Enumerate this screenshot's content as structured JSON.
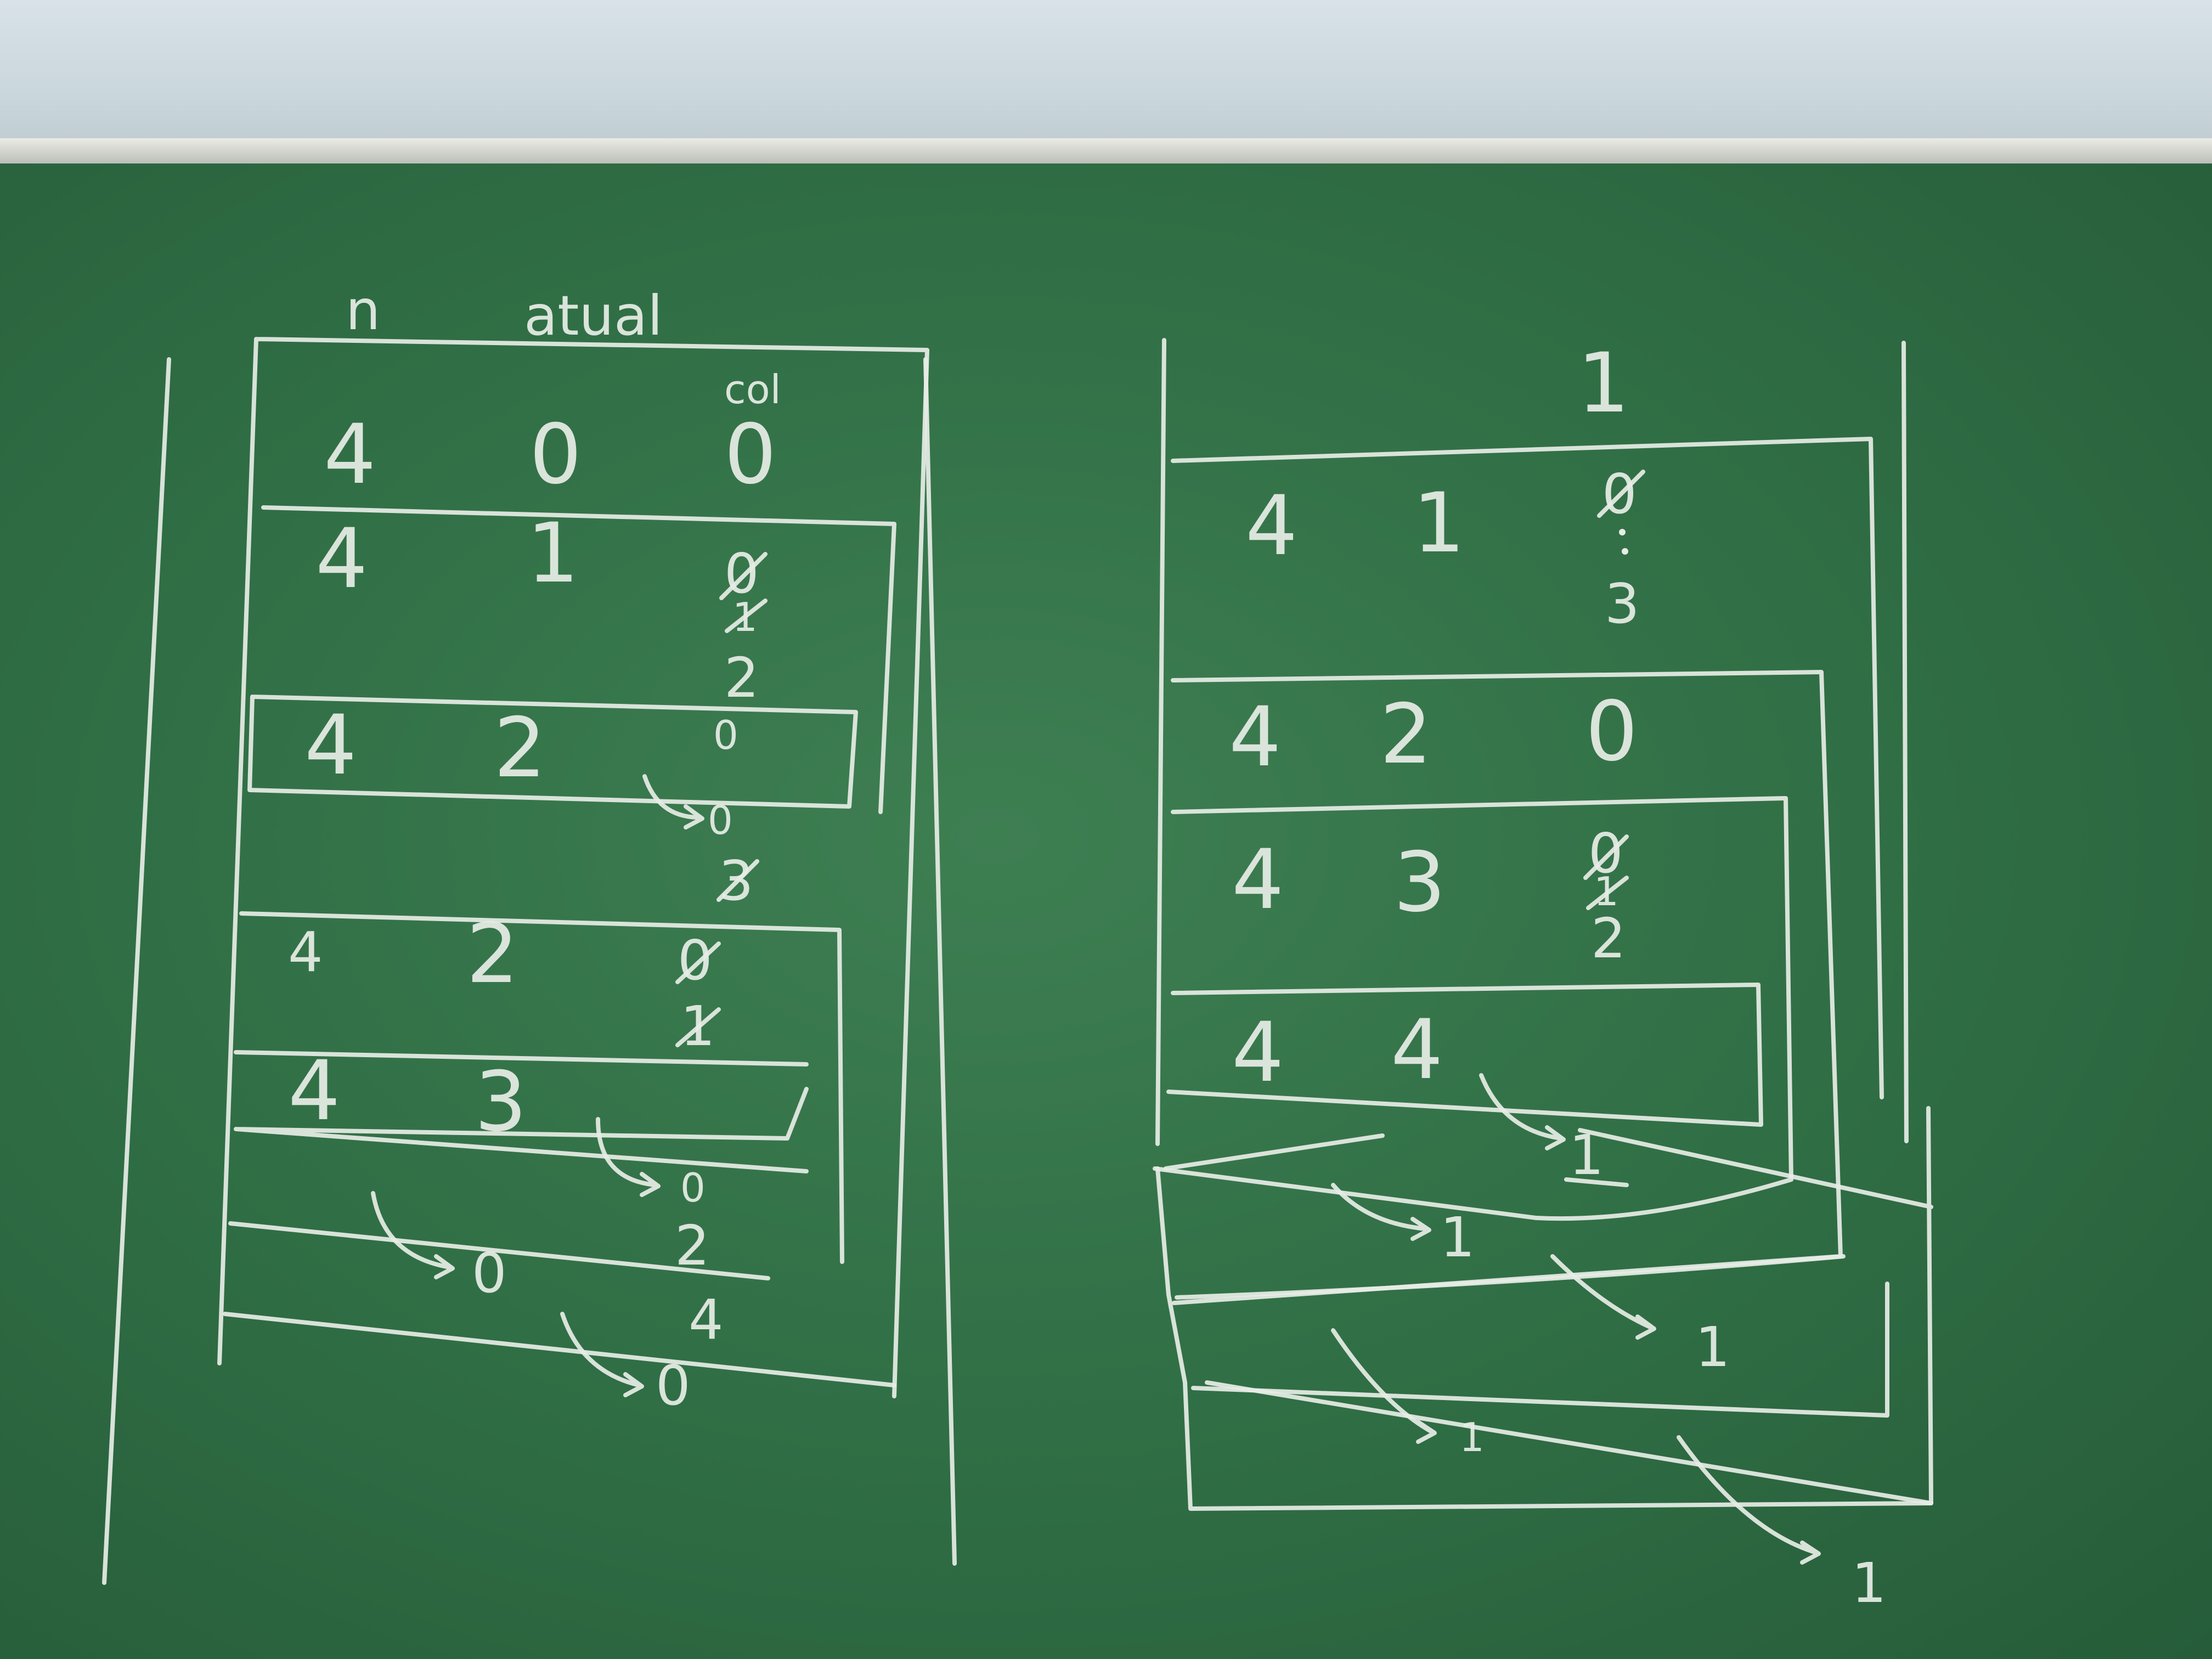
{
  "headers": {
    "col1": "n",
    "col2": "atual",
    "col3": "col"
  },
  "left": {
    "r1": {
      "n": "4",
      "atual": "0",
      "col": "0"
    },
    "r2": {
      "n": "4",
      "atual": "1",
      "col_a": "0",
      "col_b": "1",
      "col_c": "2"
    },
    "r3": {
      "n": "4",
      "atual": "2",
      "col": "0",
      "ret": "0"
    },
    "mid": {
      "col": "3"
    },
    "r4": {
      "n": "4",
      "atual": "2",
      "col_a": "0",
      "col_b": "1"
    },
    "r5": {
      "n": "4",
      "atual": "3",
      "ret": "0"
    },
    "bottom": {
      "c2": "2",
      "c4": "4",
      "ret_a": "0",
      "ret_b": "0"
    }
  },
  "right": {
    "top": "1",
    "r1": {
      "n": "4",
      "atual": "1",
      "col_a": "0",
      "col_b": "3"
    },
    "r2": {
      "n": "4",
      "atual": "2",
      "col": "0"
    },
    "r3": {
      "n": "4",
      "atual": "3",
      "col_a": "0",
      "col_b": "1",
      "col_c": "2"
    },
    "r4": {
      "n": "4",
      "atual": "4",
      "ret": "1"
    },
    "rets": {
      "a": "1",
      "b": "1",
      "c": "1",
      "d": "1"
    }
  }
}
